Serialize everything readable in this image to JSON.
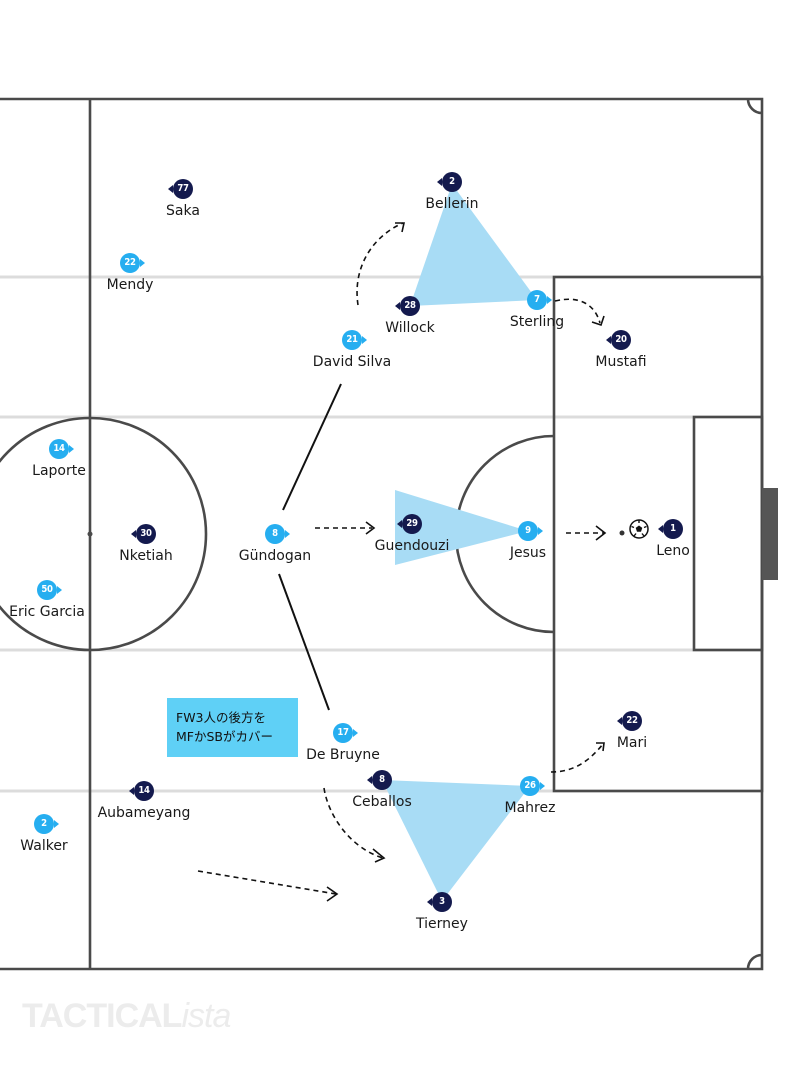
{
  "home_players": [
    {
      "number": "22",
      "name": "Mendy"
    },
    {
      "number": "14",
      "name": "Laporte"
    },
    {
      "number": "50",
      "name": "Eric Garcia"
    },
    {
      "number": "2",
      "name": "Walker"
    },
    {
      "number": "21",
      "name": "David Silva"
    },
    {
      "number": "8",
      "name": "Gündogan"
    },
    {
      "number": "17",
      "name": "De Bruyne"
    },
    {
      "number": "7",
      "name": "Sterling"
    },
    {
      "number": "9",
      "name": "Jesus"
    },
    {
      "number": "26",
      "name": "Mahrez"
    }
  ],
  "away_players": [
    {
      "number": "77",
      "name": "Saka"
    },
    {
      "number": "30",
      "name": "Nketiah"
    },
    {
      "number": "14",
      "name": "Aubameyang"
    },
    {
      "number": "2",
      "name": "Bellerin"
    },
    {
      "number": "28",
      "name": "Willock"
    },
    {
      "number": "29",
      "name": "Guendouzi"
    },
    {
      "number": "8",
      "name": "Ceballos"
    },
    {
      "number": "3",
      "name": "Tierney"
    },
    {
      "number": "20",
      "name": "Mustafi"
    },
    {
      "number": "1",
      "name": "Leno"
    },
    {
      "number": "22",
      "name": "Mari"
    }
  ],
  "annotation": {
    "line1": "FW3人の後方を",
    "line2": "MFかSBがカバー"
  },
  "logo": {
    "main": "TACTICAL",
    "italic": "ista"
  },
  "colors": {
    "home": "#26aef0",
    "away": "#141a4e",
    "triangle": "#a8dcf5",
    "annotation_bg": "#5fd0f6"
  },
  "icons": [
    "soccer-ball-icon"
  ]
}
